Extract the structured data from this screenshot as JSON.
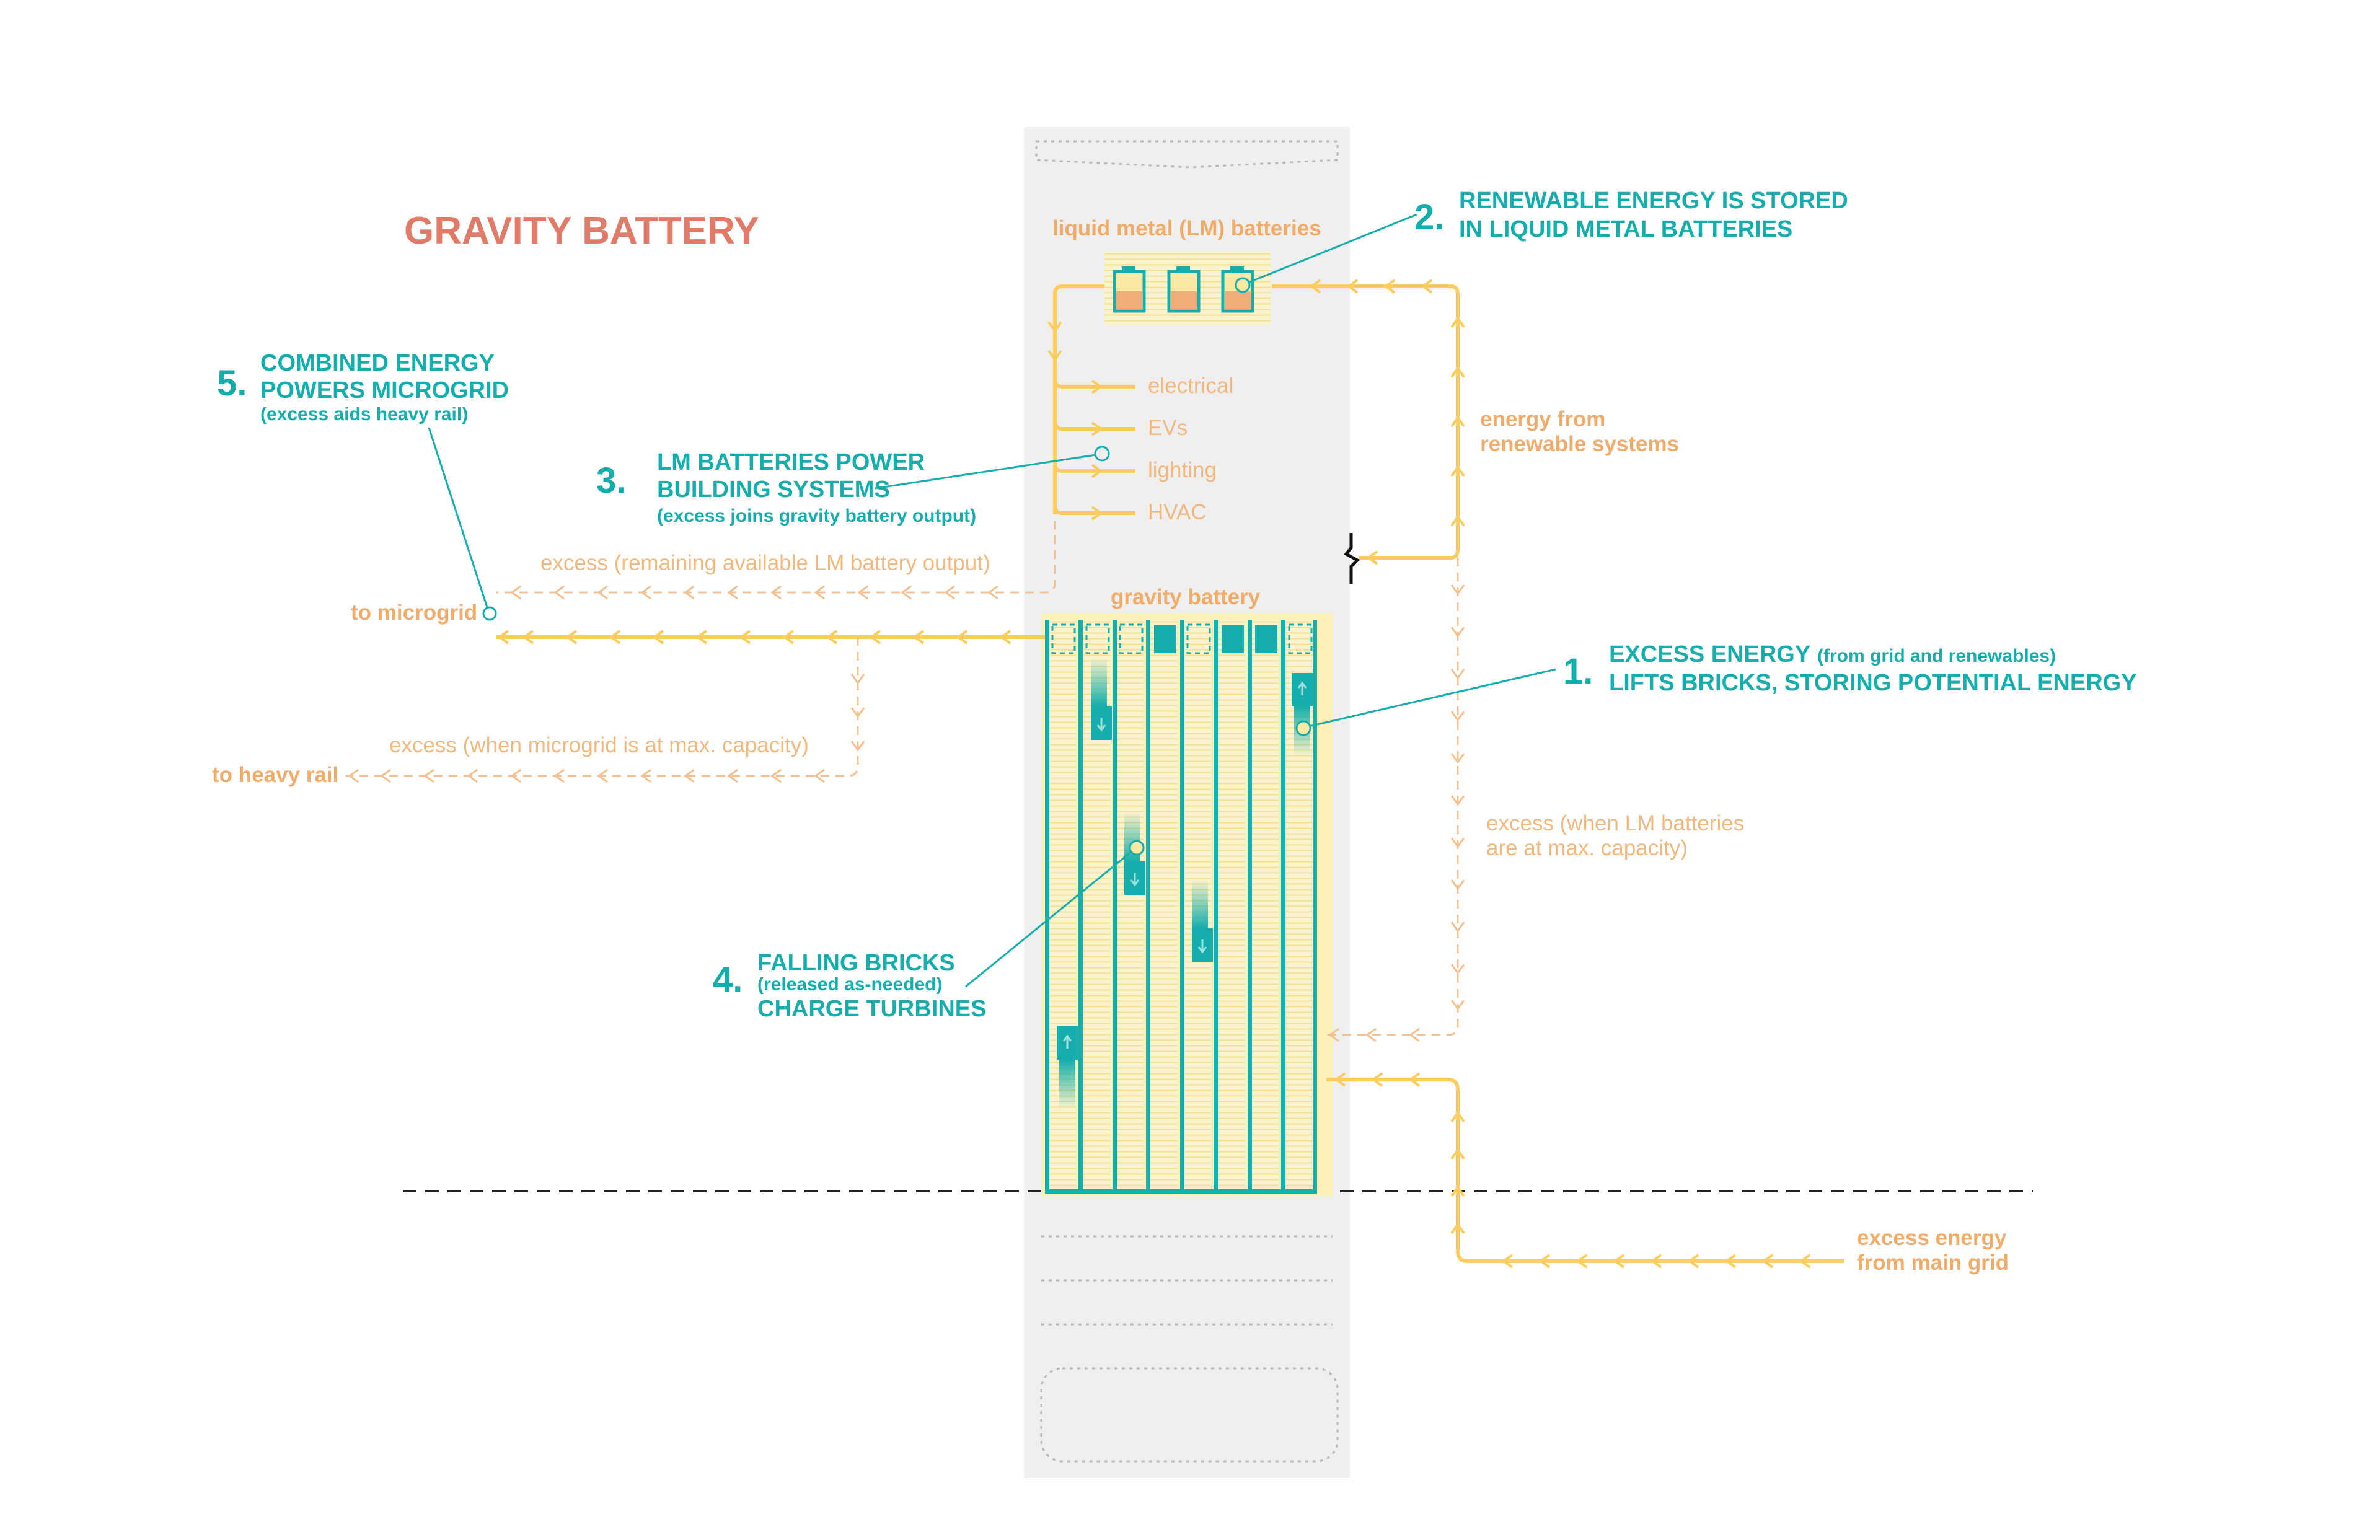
{
  "title": "GRAVITY BATTERY",
  "steps": [
    {
      "num": "1.",
      "line1": "EXCESS ENERGY",
      "line1_note": "(from grid and renewables)",
      "line2": "LIFTS BRICKS, STORING POTENTIAL ENERGY"
    },
    {
      "num": "2.",
      "line1": "RENEWABLE ENERGY IS STORED",
      "line2": "IN LIQUID METAL BATTERIES"
    },
    {
      "num": "3.",
      "line1": "LM BATTERIES POWER",
      "line2": "BUILDING SYSTEMS",
      "note": "(excess joins gravity battery output)"
    },
    {
      "num": "4.",
      "line1": "FALLING BRICKS",
      "note": "(released as-needed)",
      "line2": "CHARGE TURBINES"
    },
    {
      "num": "5.",
      "line1": "COMBINED ENERGY",
      "line2": "POWERS MICROGRID",
      "note": "(excess aids heavy rail)"
    }
  ],
  "labels": {
    "lm_batteries": "liquid metal (LM) batteries",
    "gravity_battery": "gravity battery",
    "building_systems": [
      "electrical",
      "EVs",
      "lighting",
      "HVAC"
    ],
    "energy_from_renewables": [
      "energy from",
      "renewable systems"
    ],
    "excess_lm": [
      "excess (when LM batteries",
      "are at max. capacity)"
    ],
    "excess_remaining": "excess (remaining available LM battery output)",
    "to_microgrid": "to microgrid",
    "excess_microgrid": "excess (when microgrid is at max. capacity)",
    "to_heavy_rail": "to heavy rail",
    "excess_main_grid": [
      "excess energy",
      "from main grid"
    ]
  },
  "colors": {
    "teal": "#16aeac",
    "yellow": "#fccd5d",
    "orange": "#efac6a",
    "coral": "#e07b6a",
    "building": "#efefef"
  }
}
